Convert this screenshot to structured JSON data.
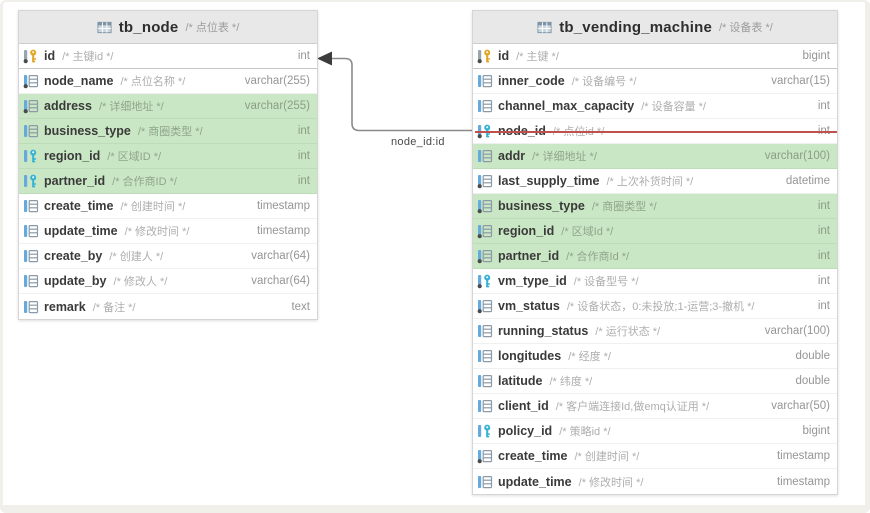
{
  "diagram": {
    "relation_label": "node_id:id",
    "colors": {
      "highlight_row": "#cae7c5",
      "primary_key": "#e2a524",
      "foreign_key": "#36b3d4",
      "strike_line": "#c0504d",
      "header_bg": "#e8e8e8",
      "connector_line": "#8a8a8a"
    },
    "tables": [
      {
        "name": "tb_node",
        "comment": "/* 点位表 */",
        "fields": [
          {
            "name": "id",
            "comment": "/* 主键id */",
            "type": "int",
            "icon": "pk",
            "dot": true,
            "highlight": false,
            "strike": false,
            "pk_sep": true
          },
          {
            "name": "node_name",
            "comment": "/* 点位名称 */",
            "type": "varchar(255)",
            "icon": "field",
            "dot": true,
            "highlight": false,
            "strike": false,
            "pk_sep": false
          },
          {
            "name": "address",
            "comment": "/* 详细地址 */",
            "type": "varchar(255)",
            "icon": "field",
            "dot": true,
            "highlight": true,
            "strike": false,
            "pk_sep": false
          },
          {
            "name": "business_type",
            "comment": "/* 商圈类型 */",
            "type": "int",
            "icon": "field",
            "dot": false,
            "highlight": true,
            "strike": false,
            "pk_sep": false
          },
          {
            "name": "region_id",
            "comment": "/* 区域ID */",
            "type": "int",
            "icon": "fk",
            "dot": false,
            "highlight": true,
            "strike": false,
            "pk_sep": false
          },
          {
            "name": "partner_id",
            "comment": "/* 合作商ID */",
            "type": "int",
            "icon": "fk",
            "dot": false,
            "highlight": true,
            "strike": false,
            "pk_sep": false
          },
          {
            "name": "create_time",
            "comment": "/* 创建时间 */",
            "type": "timestamp",
            "icon": "field",
            "dot": false,
            "highlight": false,
            "strike": false,
            "pk_sep": false
          },
          {
            "name": "update_time",
            "comment": "/* 修改时间 */",
            "type": "timestamp",
            "icon": "field",
            "dot": false,
            "highlight": false,
            "strike": false,
            "pk_sep": false
          },
          {
            "name": "create_by",
            "comment": "/* 创建人 */",
            "type": "varchar(64)",
            "icon": "field",
            "dot": false,
            "highlight": false,
            "strike": false,
            "pk_sep": false
          },
          {
            "name": "update_by",
            "comment": "/* 修改人 */",
            "type": "varchar(64)",
            "icon": "field",
            "dot": false,
            "highlight": false,
            "strike": false,
            "pk_sep": false
          },
          {
            "name": "remark",
            "comment": "/* 备注 */",
            "type": "text",
            "icon": "field",
            "dot": false,
            "highlight": false,
            "strike": false,
            "pk_sep": false
          }
        ]
      },
      {
        "name": "tb_vending_machine",
        "comment": "/* 设备表 */",
        "fields": [
          {
            "name": "id",
            "comment": "/* 主键 */",
            "type": "bigint",
            "icon": "pk",
            "dot": true,
            "highlight": false,
            "strike": false,
            "pk_sep": true
          },
          {
            "name": "inner_code",
            "comment": "/* 设备编号 */",
            "type": "varchar(15)",
            "icon": "field",
            "dot": false,
            "highlight": false,
            "strike": false,
            "pk_sep": false
          },
          {
            "name": "channel_max_capacity",
            "comment": "/* 设备容量 */",
            "type": "int",
            "icon": "field",
            "dot": false,
            "highlight": false,
            "strike": false,
            "pk_sep": false
          },
          {
            "name": "node_id",
            "comment": "/* 点位id */",
            "type": "int",
            "icon": "fk",
            "dot": true,
            "highlight": false,
            "strike": true,
            "pk_sep": false
          },
          {
            "name": "addr",
            "comment": "/* 详细地址 */",
            "type": "varchar(100)",
            "icon": "field",
            "dot": false,
            "highlight": true,
            "strike": false,
            "pk_sep": false
          },
          {
            "name": "last_supply_time",
            "comment": "/* 上次补货时间 */",
            "type": "datetime",
            "icon": "field",
            "dot": true,
            "highlight": false,
            "strike": false,
            "pk_sep": false
          },
          {
            "name": "business_type",
            "comment": "/* 商圈类型 */",
            "type": "int",
            "icon": "field",
            "dot": true,
            "highlight": true,
            "strike": false,
            "pk_sep": false
          },
          {
            "name": "region_id",
            "comment": "/* 区域Id */",
            "type": "int",
            "icon": "field",
            "dot": true,
            "highlight": true,
            "strike": false,
            "pk_sep": false
          },
          {
            "name": "partner_id",
            "comment": "/* 合作商Id */",
            "type": "int",
            "icon": "field",
            "dot": true,
            "highlight": true,
            "strike": false,
            "pk_sep": false
          },
          {
            "name": "vm_type_id",
            "comment": "/* 设备型号 */",
            "type": "int",
            "icon": "fk",
            "dot": true,
            "highlight": false,
            "strike": false,
            "pk_sep": false
          },
          {
            "name": "vm_status",
            "comment": "/* 设备状态，0:未投放;1-运营;3-撤机 */",
            "type": "int",
            "icon": "field",
            "dot": true,
            "highlight": false,
            "strike": false,
            "pk_sep": false
          },
          {
            "name": "running_status",
            "comment": "/* 运行状态 */",
            "type": "varchar(100)",
            "icon": "field",
            "dot": false,
            "highlight": false,
            "strike": false,
            "pk_sep": false
          },
          {
            "name": "longitudes",
            "comment": "/* 经度 */",
            "type": "double",
            "icon": "field",
            "dot": false,
            "highlight": false,
            "strike": false,
            "pk_sep": false
          },
          {
            "name": "latitude",
            "comment": "/* 纬度 */",
            "type": "double",
            "icon": "field",
            "dot": false,
            "highlight": false,
            "strike": false,
            "pk_sep": false
          },
          {
            "name": "client_id",
            "comment": "/* 客户端连接Id,做emq认证用 */",
            "type": "varchar(50)",
            "icon": "field",
            "dot": false,
            "highlight": false,
            "strike": false,
            "pk_sep": false
          },
          {
            "name": "policy_id",
            "comment": "/* 策略id */",
            "type": "bigint",
            "icon": "fk",
            "dot": false,
            "highlight": false,
            "strike": false,
            "pk_sep": false
          },
          {
            "name": "create_time",
            "comment": "/* 创建时间 */",
            "type": "timestamp",
            "icon": "field",
            "dot": true,
            "highlight": false,
            "strike": false,
            "pk_sep": false
          },
          {
            "name": "update_time",
            "comment": "/* 修改时间 */",
            "type": "timestamp",
            "icon": "field",
            "dot": false,
            "highlight": false,
            "strike": false,
            "pk_sep": false
          }
        ]
      }
    ]
  }
}
